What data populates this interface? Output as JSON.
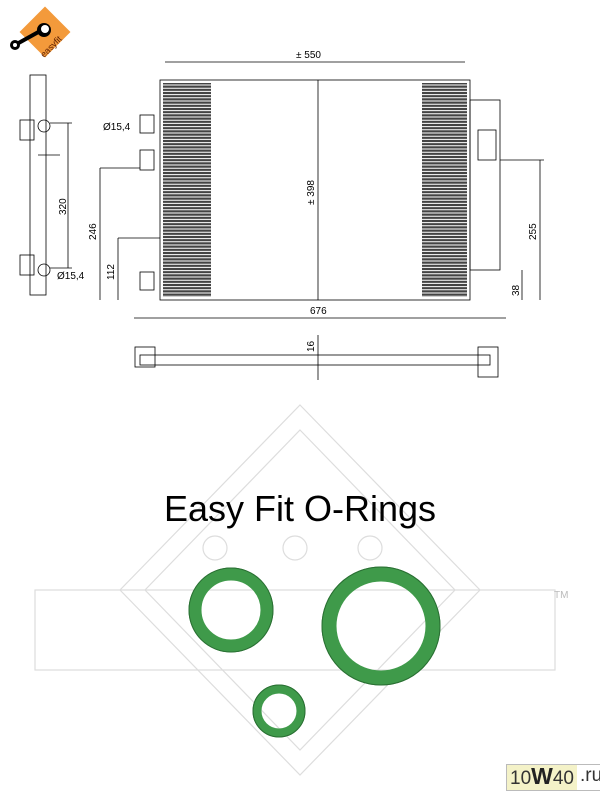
{
  "logo": {
    "text": "easyfit",
    "bg_color": "#f39a3b"
  },
  "dimensions": {
    "width_core": "± 550",
    "pipe_dia_top": "Ø15,4",
    "pipe_dia_bottom": "Ø15,4",
    "pipe_spacing": "320",
    "bracket_height": "246",
    "bracket_low": "112",
    "core_height": "± 398",
    "overall_width": "676",
    "dryer_height": "255",
    "dryer_offset": "38",
    "thickness": "16"
  },
  "title": "Easy Fit O-Rings",
  "trademark": "TM",
  "watermark": {
    "prefix": "10",
    "w": "W",
    "suffix": "40",
    "tld": ".ru"
  },
  "colors": {
    "oring": "#3f9a4a",
    "oring_dark": "#2a6e33"
  }
}
